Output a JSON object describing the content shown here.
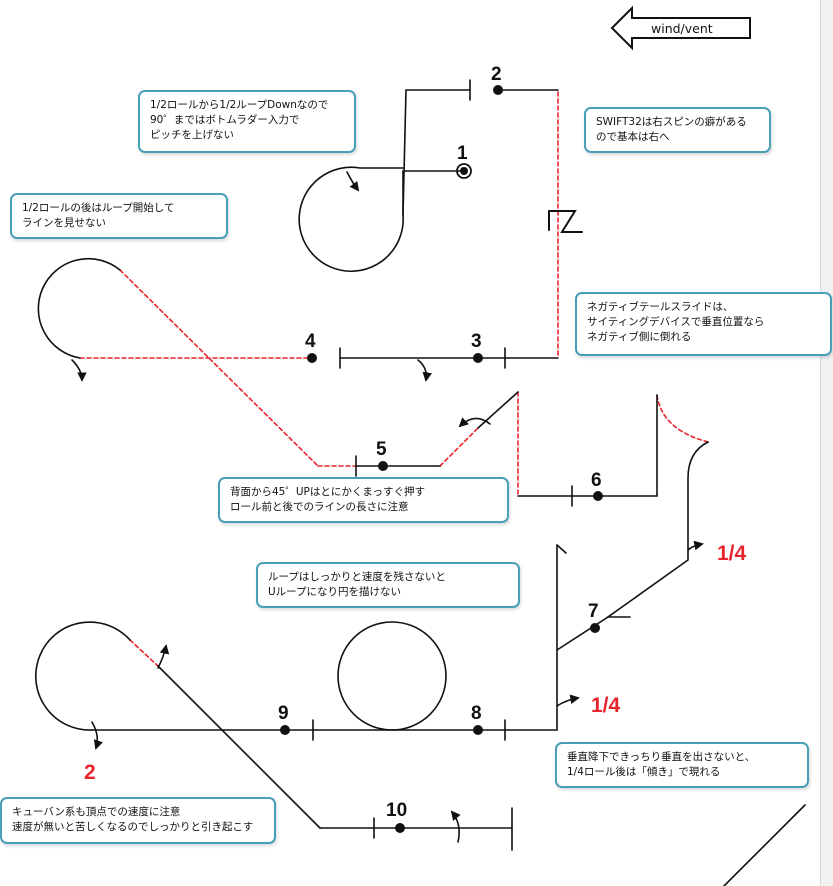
{
  "wind_label": "wind/vent",
  "station_labels": [
    "1",
    "2",
    "3",
    "4",
    "5",
    "6",
    "7",
    "8",
    "9",
    "10"
  ],
  "roll_labels": {
    "one_quarter_a": "1/4",
    "one_quarter_b": "1/4",
    "two": "2"
  },
  "corner_text": "",
  "notes": {
    "n1": "1/2ロールから1/2ループDownなので\n90゜まではボトムラダー入力で\nピッチを上げない",
    "n2": "SWIFT32は右スピンの癖がある\nので基本は右へ",
    "n3": "1/2ロールの後はループ開始して\nラインを見せない",
    "n4": "ネガティブテールスライドは、\nサイティングデバイスで垂直位置なら\nネガティブ側に倒れる",
    "n5": "背面から45゜UPはとにかくまっすぐ押す\nロール前と後でのラインの長さに注意",
    "n6": "ループはしっかりと速度を残さないと\nUループになり円を描けない",
    "n7": "垂直降下できっちり垂直を出さないと、\n1/4ロール後は「傾き」で現れる",
    "n8": "キューバン系も頂点での速度に注意\n速度が無いと苦しくなるのでしっかりと引き起こす"
  },
  "colors": {
    "line": "#111111",
    "dash": "#e8252c",
    "note_border": "#4a9fb8",
    "roll_text": "#e8252c"
  }
}
